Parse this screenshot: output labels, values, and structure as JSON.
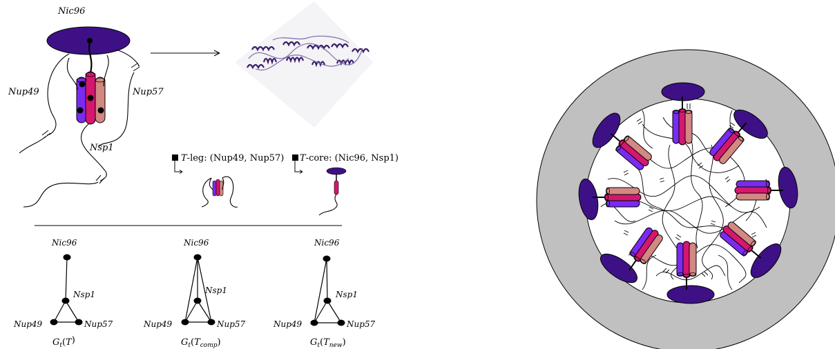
{
  "colors": {
    "nic96": "#3d1185",
    "nsp1_blue": "#7a2bf0",
    "nsp1_magenta": "#d4176f",
    "nsp1_salmon": "#d38882",
    "ring": "#c0c0c0",
    "node": "#000000"
  },
  "labels": {
    "nic96": "Nic96",
    "nup49": "Nup49",
    "nup57": "Nup57",
    "nsp1": "Nsp1",
    "t_leg_prefix": "T",
    "t_leg_text": "-leg: (Nup49, Nup57)",
    "t_core_prefix": "T",
    "t_core_text": "-core: (Nic96, Nsp1)"
  },
  "graphs": [
    {
      "caption_main": "G",
      "caption_sub": "t",
      "caption_arg": "T",
      "caption_arg_sub": "",
      "nodes": {
        "top": "Nic96",
        "mid": "Nsp1",
        "left": "Nup49",
        "right": "Nup57"
      }
    },
    {
      "caption_main": "G",
      "caption_sub": "t",
      "caption_arg": "T",
      "caption_arg_sub": "comp",
      "nodes": {
        "top": "Nic96",
        "mid": "Nsp1",
        "left": "Nup49",
        "right": "Nup57"
      }
    },
    {
      "caption_main": "G",
      "caption_sub": "t",
      "caption_arg": "T",
      "caption_arg_sub": "new",
      "nodes": {
        "top": "Nic96",
        "mid": "Nsp1",
        "left": "Nup49",
        "right": "Nup57"
      }
    }
  ]
}
